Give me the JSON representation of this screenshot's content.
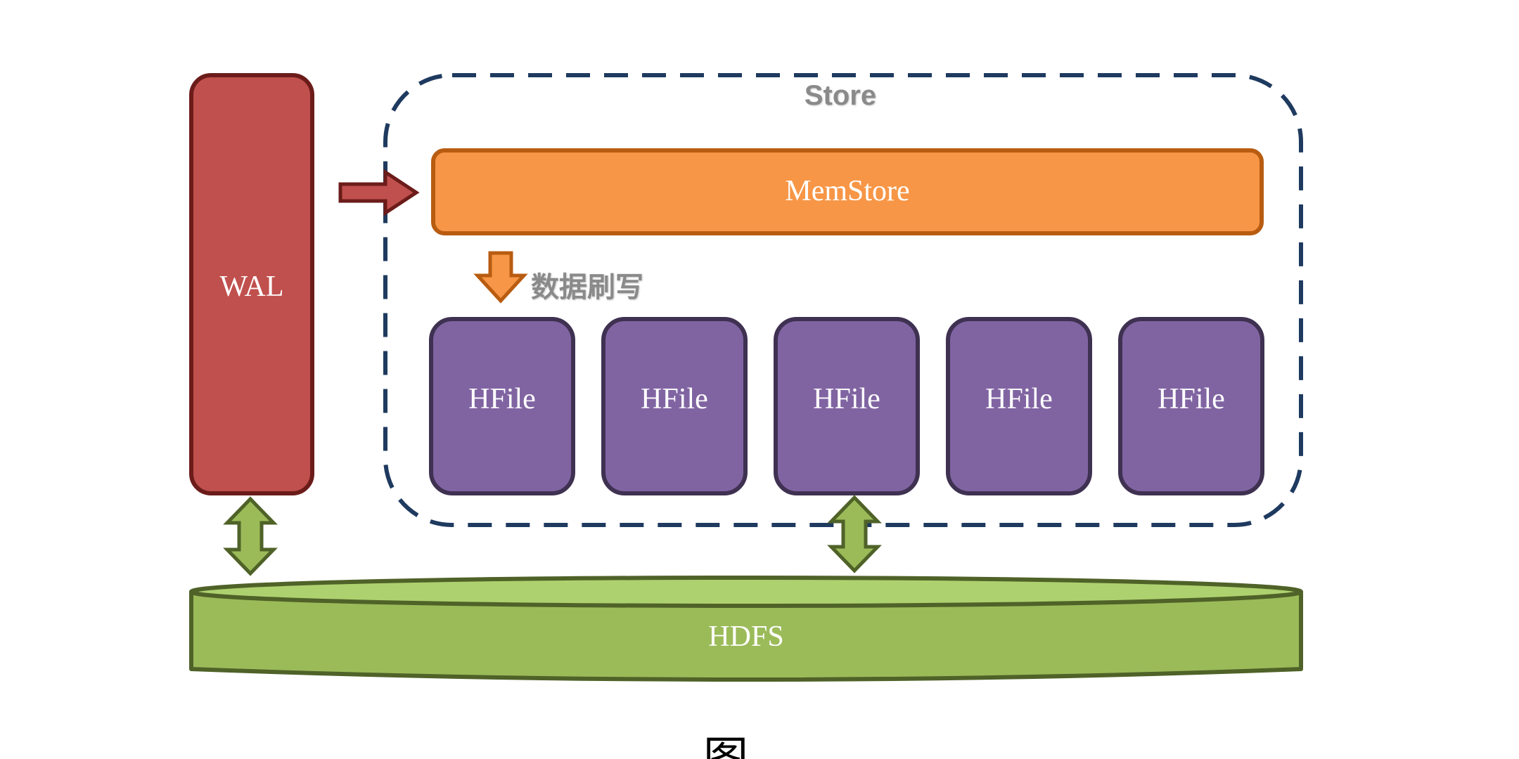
{
  "diagram": {
    "wal_label": "WAL",
    "store_label": "Store",
    "memstore_label": "MemStore",
    "flush_label": "数据刷写",
    "hfiles": [
      {
        "label": "HFile"
      },
      {
        "label": "HFile"
      },
      {
        "label": "HFile"
      },
      {
        "label": "HFile"
      },
      {
        "label": "HFile"
      }
    ],
    "hdfs_label": "HDFS",
    "footer_glyph": "图"
  },
  "colors": {
    "wal_fill": "#c0504d",
    "wal_stroke": "#6b1c1a",
    "memstore_fill": "#f79646",
    "memstore_stroke": "#b85c11",
    "hfile_fill": "#8064a2",
    "hfile_stroke": "#3f3151",
    "hdfs_fill": "#9bbb59",
    "hdfs_top": "#aed16f",
    "hdfs_stroke": "#4f6228",
    "store_border": "#1f3a5f",
    "label_gray": "#8a8a8a"
  }
}
